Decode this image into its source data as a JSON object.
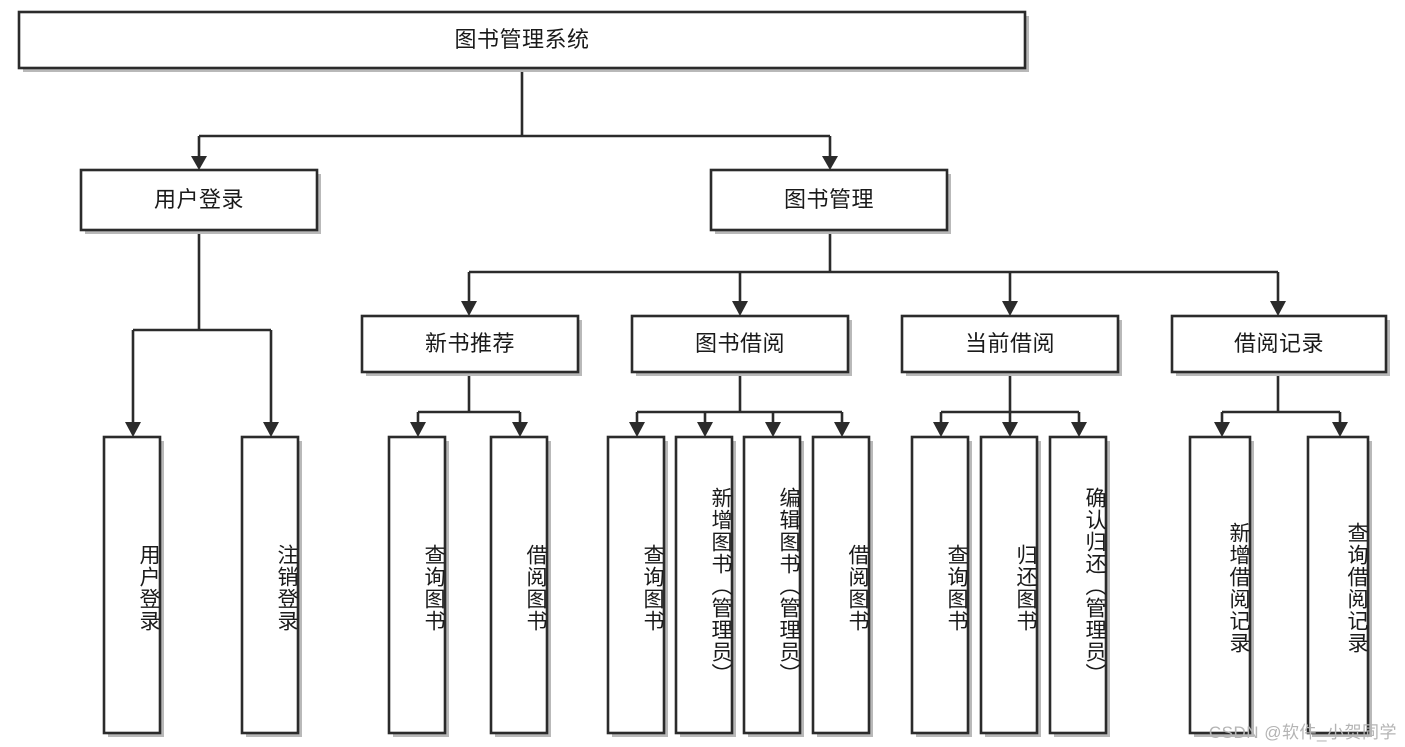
{
  "diagram": {
    "type": "tree-hierarchy-chart",
    "title": "图书管理系统",
    "watermark": "CSDN @软件_小贺同学",
    "nodes": {
      "root": {
        "label": "图书管理系统"
      },
      "level2": [
        {
          "id": "user-login",
          "label": "用户登录"
        },
        {
          "id": "book-manage",
          "label": "图书管理"
        }
      ],
      "level3": [
        {
          "id": "new-book-recommend",
          "label": "新书推荐"
        },
        {
          "id": "book-borrow",
          "label": "图书借阅"
        },
        {
          "id": "current-borrow",
          "label": "当前借阅"
        },
        {
          "id": "borrow-record",
          "label": "借阅记录"
        }
      ],
      "leaves": [
        {
          "id": "leaf-user-login",
          "label": "用户登录",
          "parent": "user-login"
        },
        {
          "id": "leaf-logout",
          "label": "注销登录",
          "parent": "user-login"
        },
        {
          "id": "leaf-query-book-1",
          "label": "查询图书",
          "parent": "new-book-recommend"
        },
        {
          "id": "leaf-borrow-book-1",
          "label": "借阅图书",
          "parent": "new-book-recommend"
        },
        {
          "id": "leaf-query-book-2",
          "label": "查询图书",
          "parent": "book-borrow"
        },
        {
          "id": "leaf-add-book",
          "label": "新增图书（管理员）",
          "parent": "book-borrow"
        },
        {
          "id": "leaf-edit-book",
          "label": "编辑图书（管理员）",
          "parent": "book-borrow"
        },
        {
          "id": "leaf-borrow-book-2",
          "label": "借阅图书",
          "parent": "book-borrow"
        },
        {
          "id": "leaf-query-book-3",
          "label": "查询图书",
          "parent": "current-borrow"
        },
        {
          "id": "leaf-return-book",
          "label": "归还图书",
          "parent": "current-borrow"
        },
        {
          "id": "leaf-confirm-return",
          "label": "确认归还（管理员）",
          "parent": "current-borrow"
        },
        {
          "id": "leaf-add-record",
          "label": "新增借阅记录",
          "parent": "borrow-record"
        },
        {
          "id": "leaf-query-record",
          "label": "查询借阅记录",
          "parent": "borrow-record"
        }
      ]
    },
    "colors": {
      "box_stroke": "#2b2b2b",
      "box_fill": "#ffffff",
      "connector": "#2b2b2b",
      "text": "#1a1a1a",
      "watermark": "#b4b4b4",
      "background": "#ffffff"
    }
  }
}
